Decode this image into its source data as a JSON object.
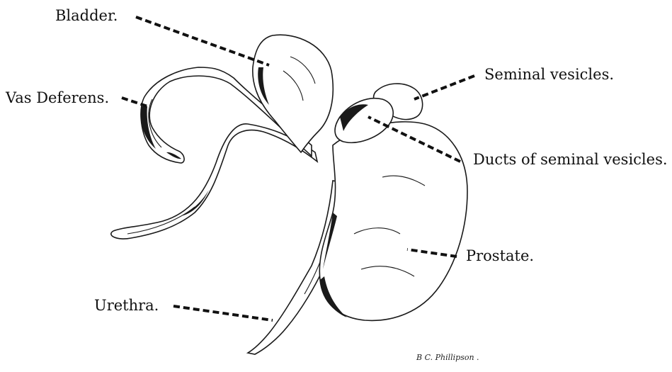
{
  "labels": {
    "bladder": "Bladder.",
    "vas_deferens": "Vas Deferens.",
    "seminal_vesicles": "Seminal vesicles.",
    "ducts": "Ducts of seminal vesicles.",
    "prostate": "Prostate.",
    "urethra": "Urethra."
  },
  "signature": "B C. Phillipson ."
}
